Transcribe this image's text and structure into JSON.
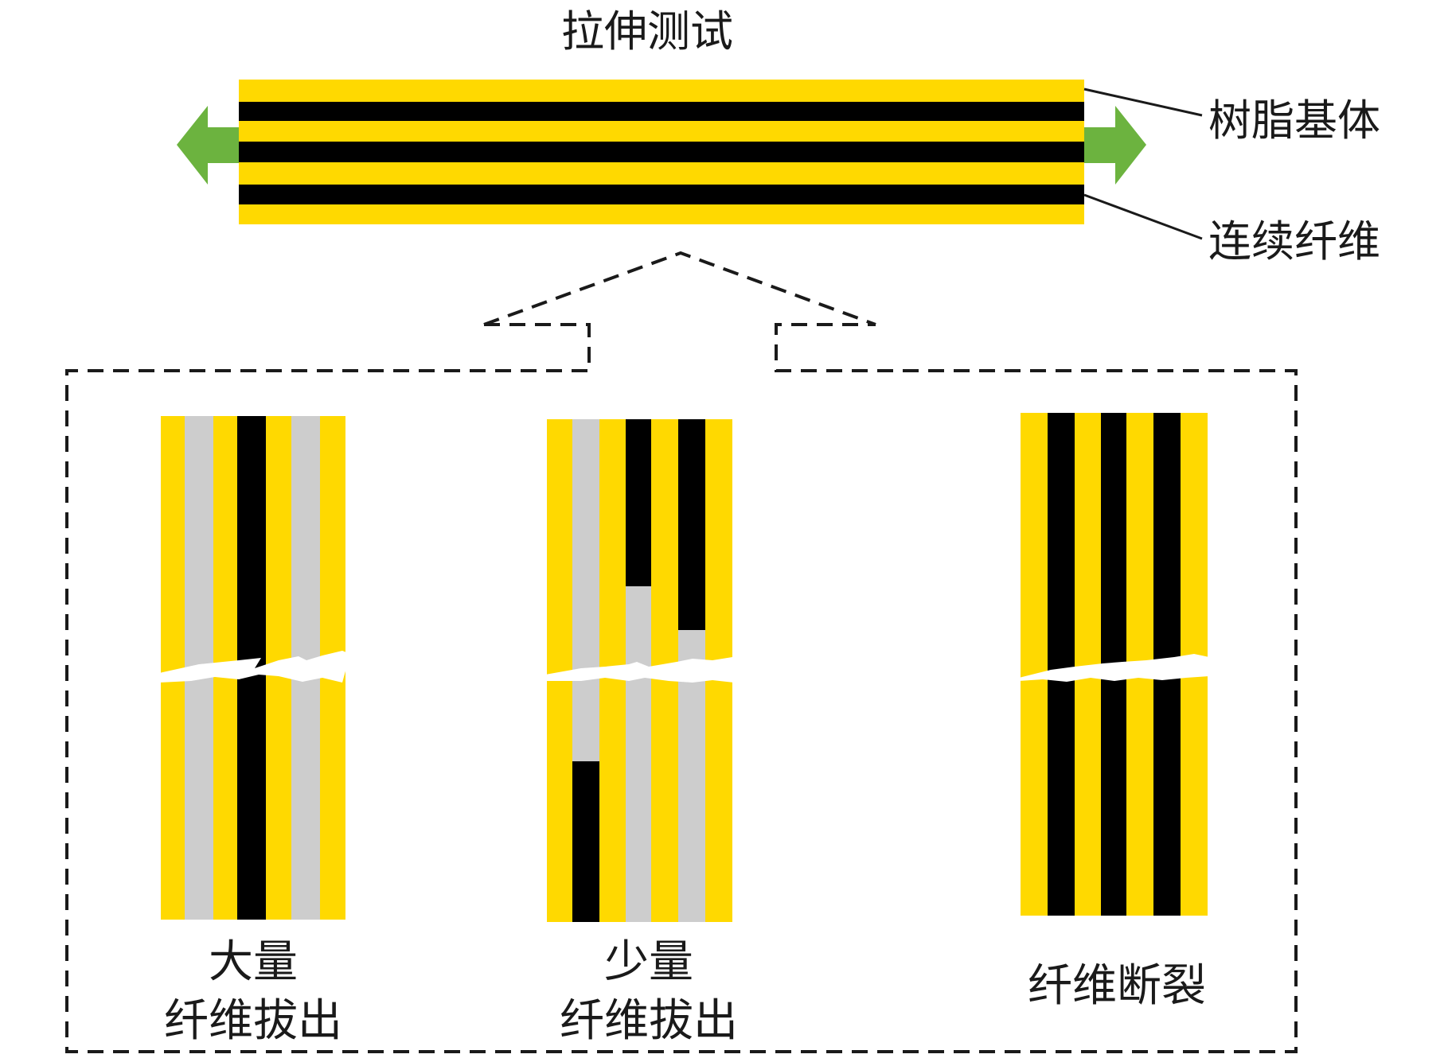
{
  "title": "拉伸测试",
  "labels": {
    "matrix": "树脂基体",
    "fiber": "连续纤维"
  },
  "panels": [
    {
      "id": "many-pullout",
      "caption_lines": [
        "大量",
        "纤维拔出"
      ]
    },
    {
      "id": "few-pullout",
      "caption_lines": [
        "少量",
        "纤维拔出"
      ]
    },
    {
      "id": "fiber-break",
      "caption_lines": [
        "纤维断裂"
      ]
    }
  ],
  "colors": {
    "resin": "#FFD900",
    "fiber": "#000000",
    "pulled": "#CDCDCD",
    "arrow": "#6CB33F",
    "line": "#1a1a1a"
  }
}
